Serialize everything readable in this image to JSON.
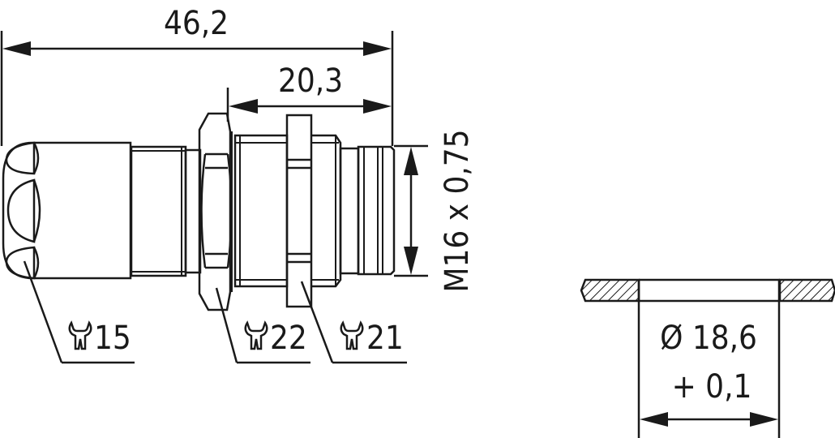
{
  "drawing": {
    "type": "technical-dimension-drawing",
    "subject": "panel-mount connector with hex nuts and mounting cutout",
    "dimensions": {
      "overall_length": "46,2",
      "thread_length": "20,3",
      "thread_spec": "M16 x 0,75",
      "cutout_diameter": "Ø 18,6",
      "cutout_tolerance": "+ 0,1"
    },
    "wrench_sizes": [
      {
        "icon": "wrench-icon",
        "label": "15"
      },
      {
        "icon": "wrench-icon",
        "label": "22"
      },
      {
        "icon": "wrench-icon",
        "label": "21"
      }
    ],
    "colors": {
      "line": "#1a1a1a",
      "background": "#ffffff"
    }
  }
}
